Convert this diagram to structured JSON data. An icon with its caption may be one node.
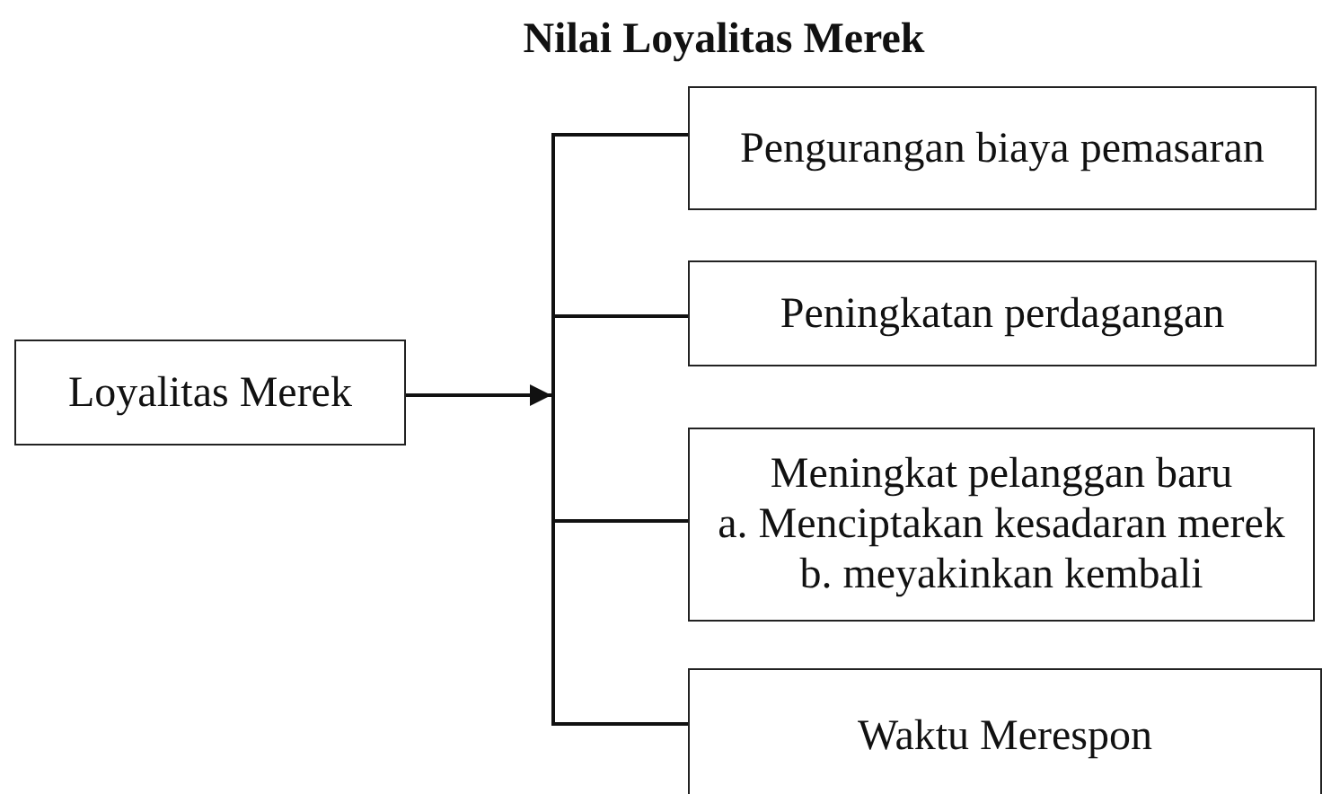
{
  "diagram": {
    "title": "Nilai Loyalitas Merek",
    "nodes": [
      {
        "text": [
          "Loyalitas Merek"
        ]
      },
      {
        "text": [],
        "shape": "bar"
      },
      {
        "text": [
          "Pengurangan biaya pemasaran"
        ]
      },
      {
        "text": [
          "Peningkatan perdagangan"
        ]
      },
      {
        "text": [
          "Meningkat pelanggan baru",
          "a. Menciptakan kesadaran merek",
          "b. meyakinkan kembali"
        ]
      },
      {
        "text": [
          "Waktu Merespon"
        ]
      }
    ],
    "edges": [
      {
        "from": 0,
        "to": 1,
        "arrow": "to"
      },
      {
        "from": 1,
        "to": 2,
        "arrow": "none"
      },
      {
        "from": 1,
        "to": 3,
        "arrow": "none"
      },
      {
        "from": 1,
        "to": 4,
        "arrow": "none"
      },
      {
        "from": 1,
        "to": 5,
        "arrow": "none"
      }
    ]
  }
}
